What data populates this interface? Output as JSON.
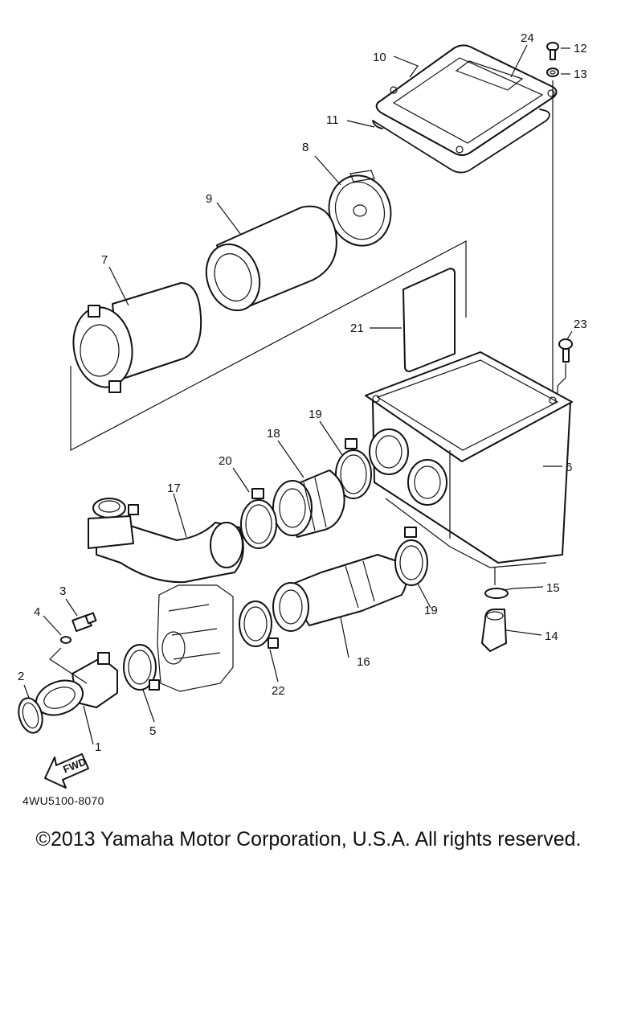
{
  "diagram": {
    "callouts": [
      "1",
      "2",
      "3",
      "4",
      "5",
      "6",
      "7",
      "8",
      "9",
      "10",
      "11",
      "12",
      "13",
      "14",
      "15",
      "16",
      "17",
      "18",
      "19",
      "19",
      "20",
      "21",
      "22",
      "23",
      "24"
    ],
    "fwd_label": "FWD",
    "drawing_code": "4WU5100-8070"
  },
  "footer": {
    "copyright": "©2013 Yamaha Motor Corporation, U.S.A. All rights reserved."
  }
}
